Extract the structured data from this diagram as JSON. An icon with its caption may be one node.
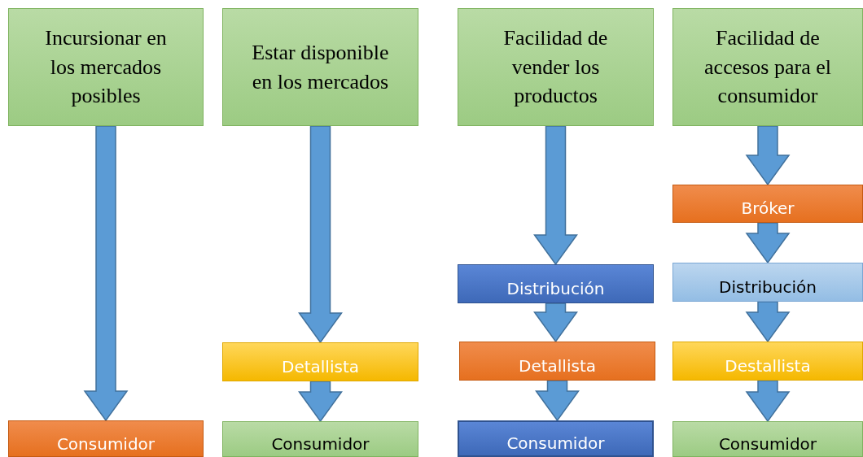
{
  "diagram": {
    "nodes": [
      {
        "text": [
          "Incursionar en los mercados posibles"
        ]
      },
      {
        "text": [
          "Consumidor"
        ]
      },
      {
        "text": [
          "Estar disponible en los mercados"
        ]
      },
      {
        "text": [
          "Detallista"
        ]
      },
      {
        "text": [
          "Consumidor"
        ]
      },
      {
        "text": [
          "Facilidad de vender los productos"
        ]
      },
      {
        "text": [
          "Distribución"
        ]
      },
      {
        "text": [
          "Detallista"
        ]
      },
      {
        "text": [
          "Consumidor"
        ]
      },
      {
        "text": [
          "Facilidad de accesos para el consumidor"
        ]
      },
      {
        "text": [
          "Bróker"
        ]
      },
      {
        "text": [
          "Distribución"
        ]
      },
      {
        "text": [
          "Destallista"
        ]
      },
      {
        "text": [
          "Consumidor"
        ]
      }
    ],
    "edges": [
      {
        "from": 0,
        "to": 1,
        "arrow": "to"
      },
      {
        "from": 2,
        "to": 3,
        "arrow": "to"
      },
      {
        "from": 3,
        "to": 4,
        "arrow": "to"
      },
      {
        "from": 5,
        "to": 6,
        "arrow": "to"
      },
      {
        "from": 6,
        "to": 7,
        "arrow": "to"
      },
      {
        "from": 7,
        "to": 8,
        "arrow": "to"
      },
      {
        "from": 9,
        "to": 10,
        "arrow": "to"
      },
      {
        "from": 10,
        "to": 11,
        "arrow": "to"
      },
      {
        "from": 11,
        "to": 12,
        "arrow": "to"
      },
      {
        "from": 12,
        "to": 13,
        "arrow": "to"
      }
    ]
  }
}
